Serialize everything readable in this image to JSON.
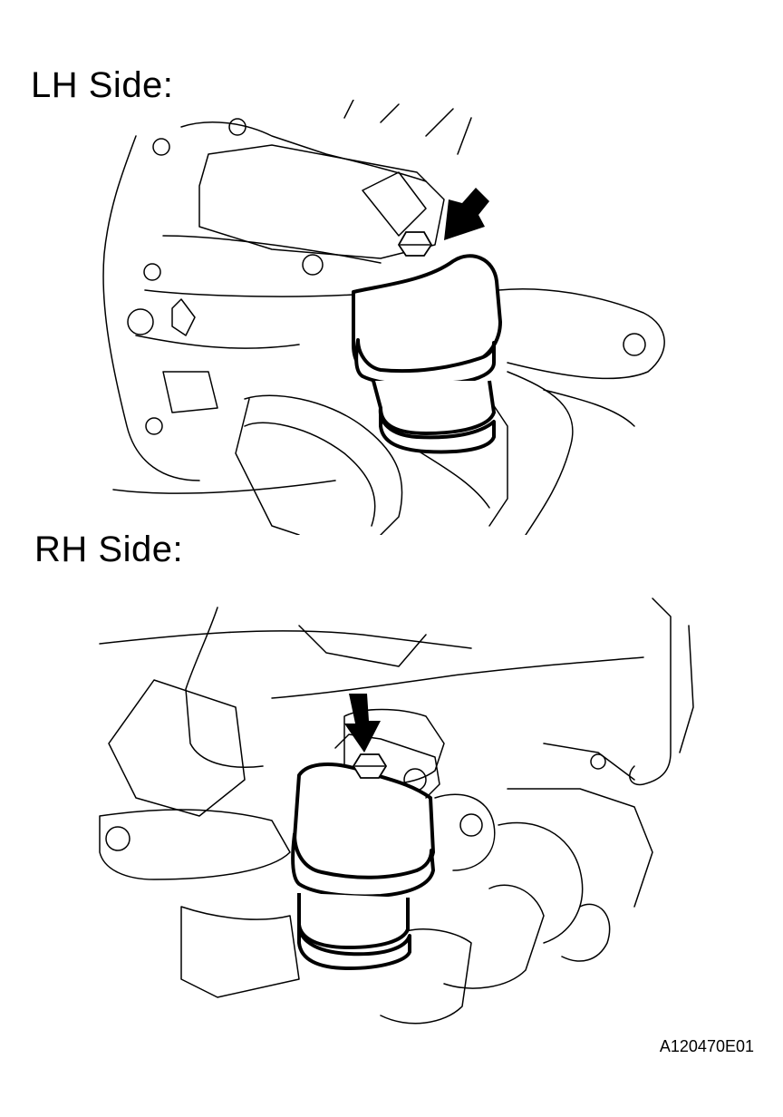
{
  "diagram": {
    "lh_label": "LH Side:",
    "rh_label": "RH Side:",
    "figure_code": "A120470E01"
  },
  "colors": {
    "line": "#000000",
    "background": "#ffffff"
  }
}
